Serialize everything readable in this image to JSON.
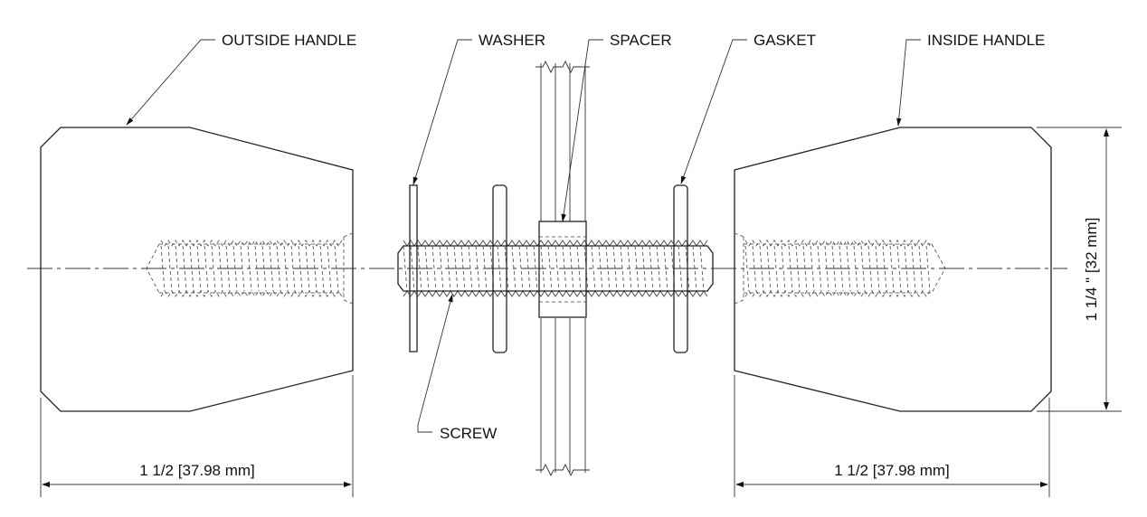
{
  "drawing": {
    "labels": {
      "outside_handle": "OUTSIDE HANDLE",
      "washer": "WASHER",
      "spacer": "SPACER",
      "gasket": "GASKET",
      "inside_handle": "INSIDE HANDLE",
      "screw": "SCREW"
    },
    "dimensions": {
      "left_width": "1 1/2 [37.98 mm]",
      "right_width": "1 1/2 [37.98 mm]",
      "height": "1 1/4 \" [32 mm]"
    }
  }
}
